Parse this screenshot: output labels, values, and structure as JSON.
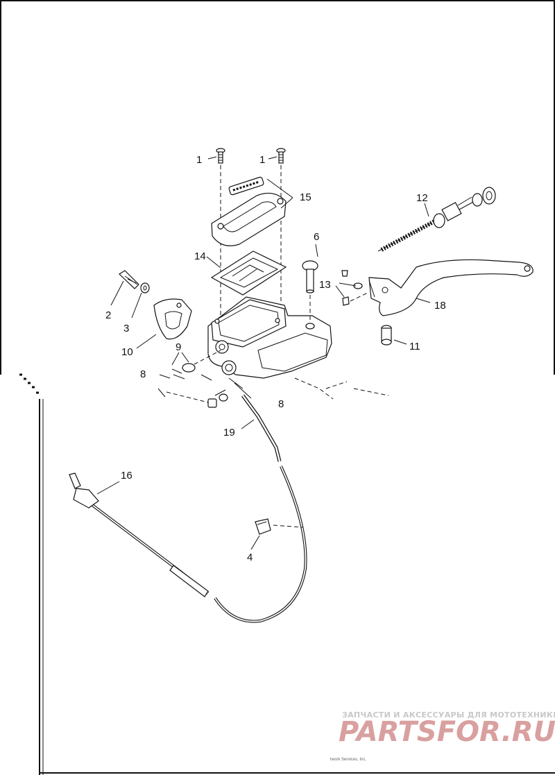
{
  "diagram": {
    "callouts": [
      {
        "id": "c1a",
        "text": "1"
      },
      {
        "id": "c1b",
        "text": "1"
      },
      {
        "id": "c15",
        "text": "15"
      },
      {
        "id": "c14",
        "text": "14"
      },
      {
        "id": "c6",
        "text": "6"
      },
      {
        "id": "c12",
        "text": "12"
      },
      {
        "id": "c13",
        "text": "13"
      },
      {
        "id": "c18",
        "text": "18"
      },
      {
        "id": "c11",
        "text": "11"
      },
      {
        "id": "c2",
        "text": "2"
      },
      {
        "id": "c3",
        "text": "3"
      },
      {
        "id": "c10",
        "text": "10"
      },
      {
        "id": "c9",
        "text": "9"
      },
      {
        "id": "c8a",
        "text": "8"
      },
      {
        "id": "c8b",
        "text": "8"
      },
      {
        "id": "c19",
        "text": "19"
      },
      {
        "id": "c16",
        "text": "16"
      },
      {
        "id": "c4",
        "text": "4"
      }
    ]
  },
  "watermark": {
    "tagline": "ЗАПЧАСТИ И АКСЕССУАРЫ ДЛЯ МОТОТЕХНИКИ",
    "logo": "PARTSFOR.RU",
    "logo_color": "#d9a0a0"
  },
  "footer": {
    "copyright": "twork Services, Inc."
  }
}
